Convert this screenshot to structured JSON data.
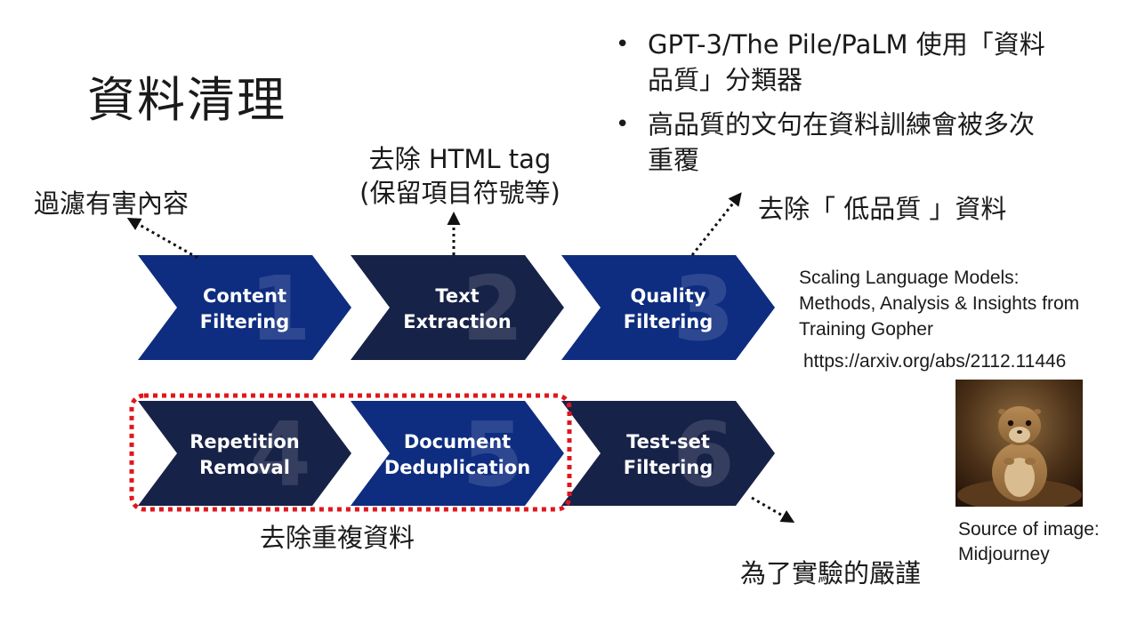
{
  "slide": {
    "title": "資料清理",
    "bullets": [
      {
        "line1": "GPT-3/The Pile/PaLM 使用「資料",
        "line2": "品質」分類器"
      },
      {
        "line1": "高品質的文句在資料訓練會被多次",
        "line2": "重覆"
      }
    ],
    "annotations": {
      "content_filter": "過濾有害內容",
      "text_extract_line1": "去除 HTML tag",
      "text_extract_line2": "(保留項目符號等)",
      "low_quality": "去除「 低品質 」資料",
      "dedup": "去除重複資料",
      "rigor": "為了實驗的嚴謹"
    },
    "steps": [
      {
        "number": "1",
        "line1": "Content",
        "line2": "Filtering",
        "color": "#0e2d80"
      },
      {
        "number": "2",
        "line1": "Text",
        "line2": "Extraction",
        "color": "#172248"
      },
      {
        "number": "3",
        "line1": "Quality",
        "line2": "Filtering",
        "color": "#0e2d80"
      },
      {
        "number": "4",
        "line1": "Repetition",
        "line2": "Removal",
        "color": "#172248"
      },
      {
        "number": "5",
        "line1": "Document",
        "line2": "Deduplication",
        "color": "#0e2d80"
      },
      {
        "number": "6",
        "line1": "Test-set",
        "line2": "Filtering",
        "color": "#172248"
      }
    ],
    "reference": {
      "line1": "Scaling Language Models:",
      "line2": "Methods, Analysis & Insights from",
      "line3": "Training Gopher",
      "url": "https://arxiv.org/abs/2112.11446"
    },
    "image_caption": {
      "line1": "Source of image:",
      "line2": "Midjourney"
    },
    "colors": {
      "dark_navy": "#172248",
      "royal_blue": "#0e2d80",
      "highlight_red": "#e0161c",
      "arrow": "#111111"
    }
  }
}
